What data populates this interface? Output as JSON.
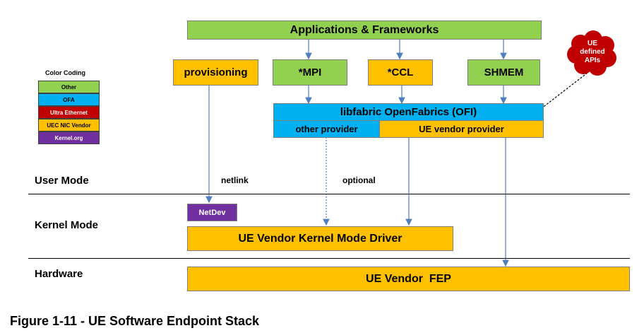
{
  "legend": {
    "title": "Color Coding",
    "items": [
      {
        "label": "Other",
        "color": "#92d050"
      },
      {
        "label": "OFA",
        "color": "#00b0f0"
      },
      {
        "label": "Ultra Ethernet",
        "color": "#c00000"
      },
      {
        "label": "UEC NIC Vendor",
        "color": "#ffc000"
      },
      {
        "label": "Kernel.org",
        "color": "#7030a0"
      }
    ]
  },
  "boxes": {
    "apps": "Applications & Frameworks",
    "provisioning": "provisioning",
    "mpi": "*MPI",
    "ccl": "*CCL",
    "shmem": "SHMEM",
    "libfabric": "libfabric OpenFabrics (OFI)",
    "other_provider": "other provider",
    "ue_vendor_provider": "UE vendor provider",
    "netdev": "NetDev",
    "kernel_driver": "UE Vendor Kernel Mode Driver",
    "fep": "UE Vendor  FEP"
  },
  "cloud": {
    "line1": "UE",
    "line2": "defined",
    "line3": "APIs"
  },
  "modes": {
    "user": "User Mode",
    "kernel": "Kernel Mode",
    "hardware": "Hardware"
  },
  "labels": {
    "netlink": "netlink",
    "optional": "optional"
  },
  "caption": "Figure 1-11 - UE Software Endpoint Stack"
}
